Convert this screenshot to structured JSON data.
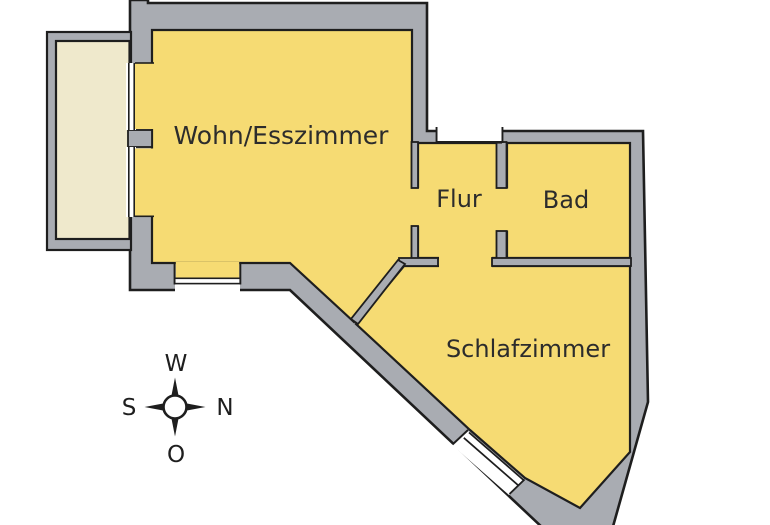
{
  "plan": {
    "rooms": [
      {
        "id": "wohn_esszimmer",
        "label": "Wohn/Esszimmer"
      },
      {
        "id": "flur",
        "label": "Flur"
      },
      {
        "id": "bad",
        "label": "Bad"
      },
      {
        "id": "schlafzimmer",
        "label": "Schlafzimmer"
      }
    ],
    "compass": {
      "top": "W",
      "left": "S",
      "right": "N",
      "bottom": "O"
    }
  },
  "colors": {
    "room": "#F6DB73",
    "balcony": "#EFE9CC",
    "wall": "#A9ACB2",
    "outline": "#1E1E1E",
    "text": "#2C2C2C",
    "bg": "#FFFFFF"
  }
}
